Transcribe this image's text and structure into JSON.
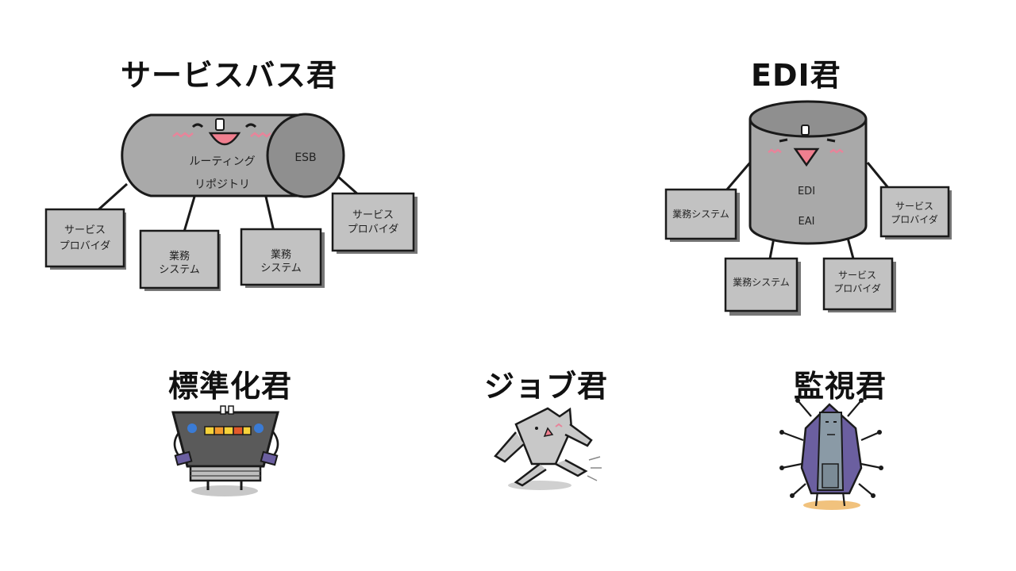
{
  "titles": {
    "service_bus": "サービスバス君",
    "edi": "EDI君",
    "standardization": "標準化君",
    "job": "ジョブ君",
    "monitoring": "監視君"
  },
  "service_bus": {
    "cap_label": "ESB",
    "body_line1": "ルーティング",
    "body_line2": "リポジトリ",
    "box_provider_left": [
      "サービス",
      "プロバイダ"
    ],
    "box_business_1": [
      "業務",
      "システム"
    ],
    "box_business_2": [
      "業務",
      "システム"
    ],
    "box_provider_right": [
      "サービス",
      "プロバイダ"
    ]
  },
  "edi": {
    "body_line1": "EDI",
    "body_line2": "EAI",
    "box_business_left": "業務システム",
    "box_provider_right": [
      "サービス",
      "プロバイダ"
    ],
    "box_business_bottom": "業務システム",
    "box_provider_bottom": [
      "サービス",
      "プロバイダ"
    ]
  },
  "colors": {
    "body_gray": "#a9a9a9",
    "box_gray": "#c2c2c2",
    "outline": "#1a1a1a",
    "cheek_pink": "#e8849a",
    "mouth_pink": "#f07f8f",
    "monitor_purple": "#6b5fa0",
    "blue_cheek": "#3a7bd5"
  }
}
